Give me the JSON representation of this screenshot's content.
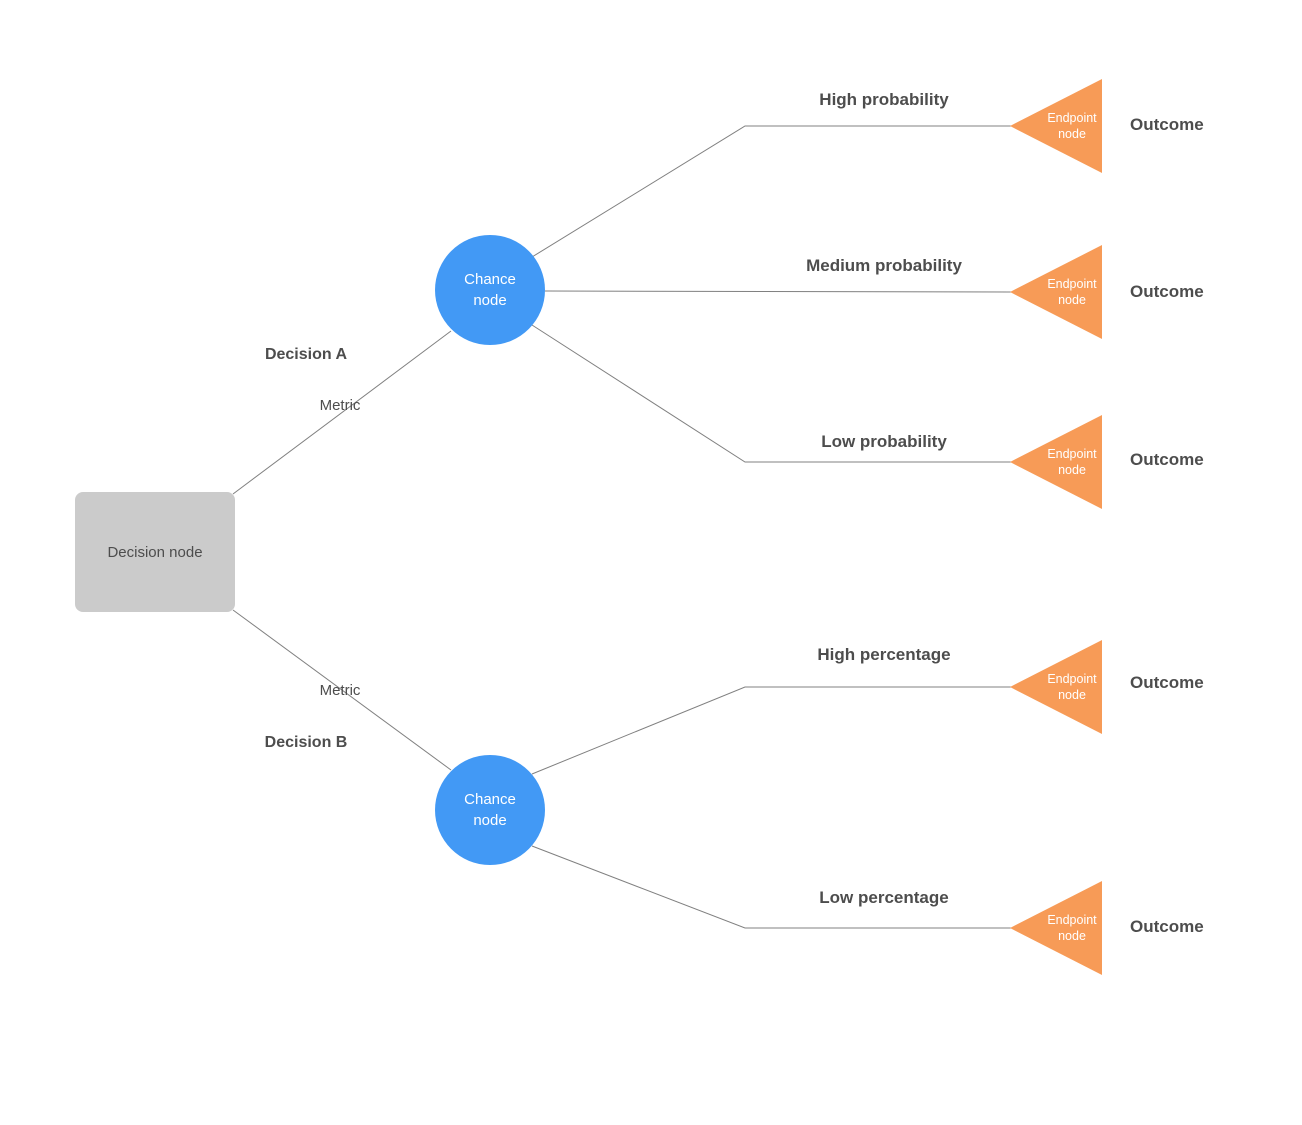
{
  "root": {
    "label": "Decision node"
  },
  "decisions": [
    {
      "label": "Decision A",
      "metric": "Metric"
    },
    {
      "label": "Decision B",
      "metric": "Metric"
    }
  ],
  "chance_nodes": [
    {
      "label": "Chance node"
    },
    {
      "label": "Chance node"
    }
  ],
  "branches": [
    {
      "branch_label": "High probability",
      "endpoint_label": "Endpoint node",
      "outcome_label": "Outcome"
    },
    {
      "branch_label": "Medium probability",
      "endpoint_label": "Endpoint node",
      "outcome_label": "Outcome"
    },
    {
      "branch_label": "Low probability",
      "endpoint_label": "Endpoint node",
      "outcome_label": "Outcome"
    },
    {
      "branch_label": "High percentage",
      "endpoint_label": "Endpoint node",
      "outcome_label": "Outcome"
    },
    {
      "branch_label": "Low percentage",
      "endpoint_label": "Endpoint node",
      "outcome_label": "Outcome"
    }
  ],
  "colors": {
    "bg": "#ffffff",
    "decision_fill": "#cbcbcb",
    "chance_fill": "#4299f5",
    "endpoint_fill": "#f79b57",
    "text_dark": "#4d4d4d",
    "node_text": "#ffffff",
    "line": "#808080"
  }
}
